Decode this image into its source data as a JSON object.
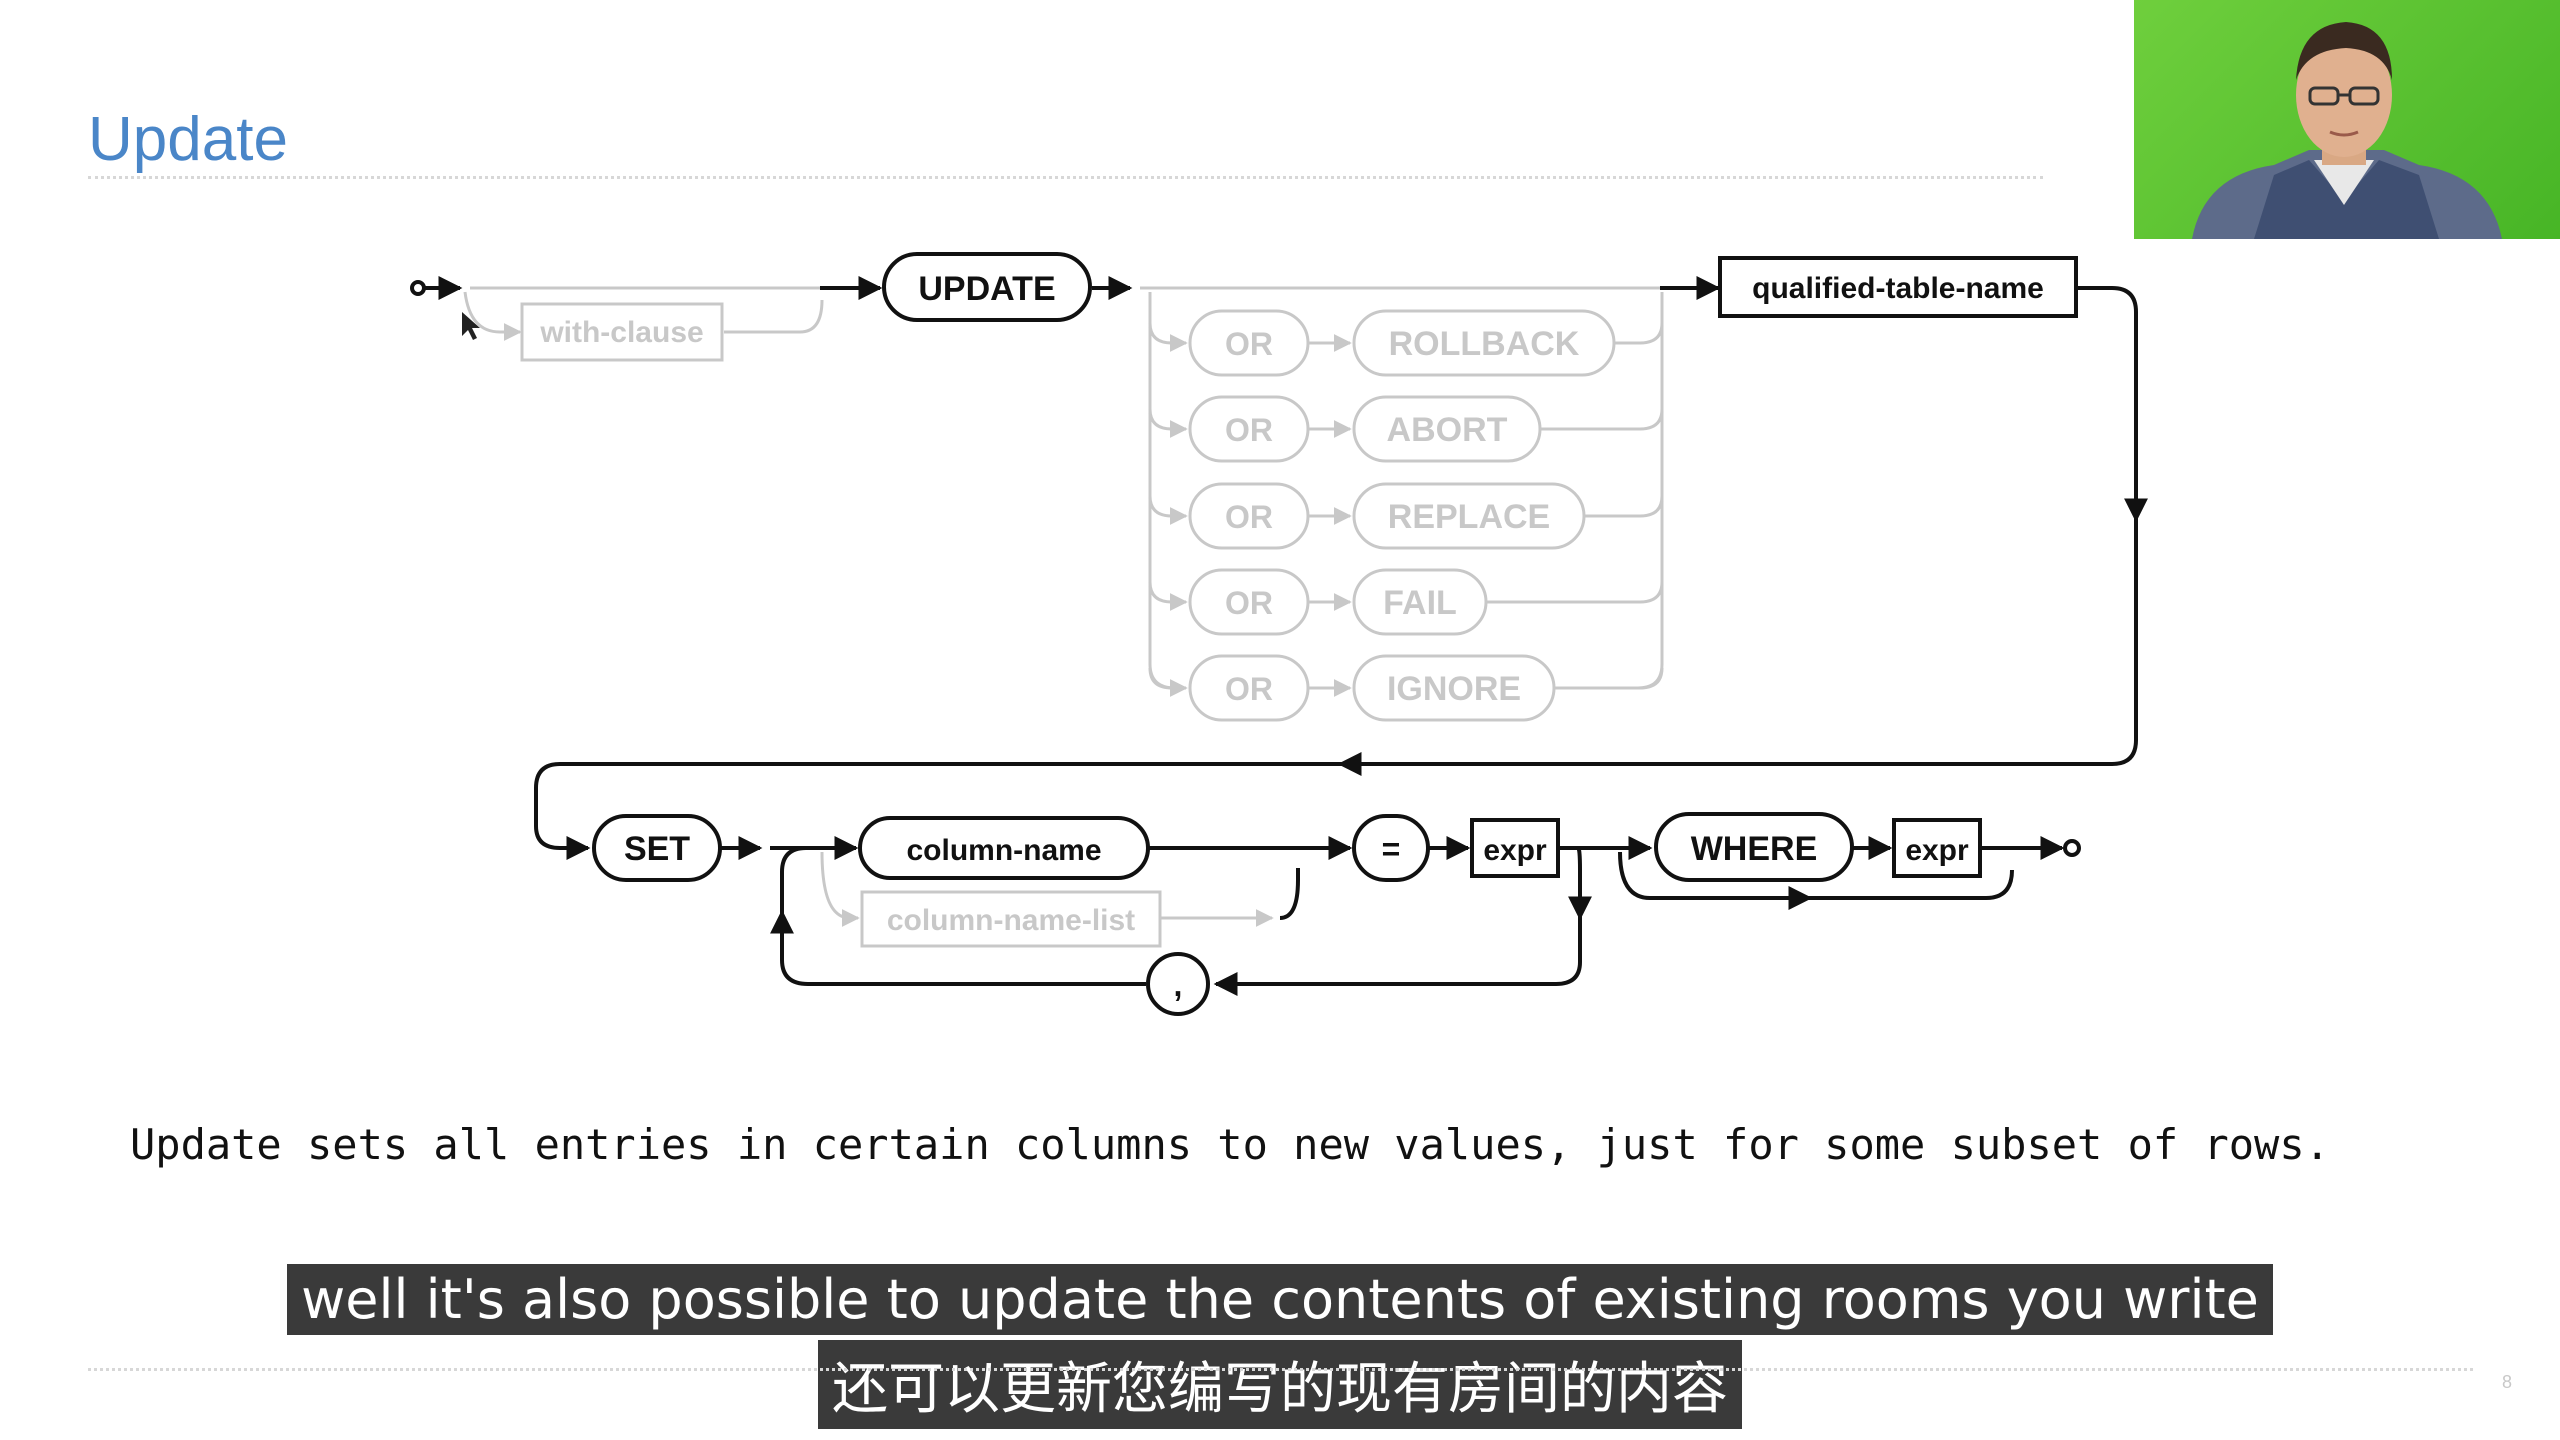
{
  "slide": {
    "title": "Update",
    "caption": "Update sets all entries in certain columns to new values, just for some subset of rows.",
    "page_number": "8"
  },
  "subtitles": {
    "english": "well it's also possible to update the contents of existing rooms you write",
    "chinese": "还可以更新您编写的现有房间的内容"
  },
  "diagram": {
    "with_clause": "with-clause",
    "update_keyword": "UPDATE",
    "or_keyword": "OR",
    "conflict_options": [
      "ROLLBACK",
      "ABORT",
      "REPLACE",
      "FAIL",
      "IGNORE"
    ],
    "qualified_table_name": "qualified-table-name",
    "set_keyword": "SET",
    "column_name": "column-name",
    "column_name_list": "column-name-list",
    "equals": "=",
    "expr": "expr",
    "comma": ",",
    "where_keyword": "WHERE",
    "where_expr": "expr"
  },
  "colors": {
    "title": "#4a86c8",
    "dim": "#c8c8c8",
    "ink": "#111111",
    "webcam_bg": "#5cc233"
  }
}
